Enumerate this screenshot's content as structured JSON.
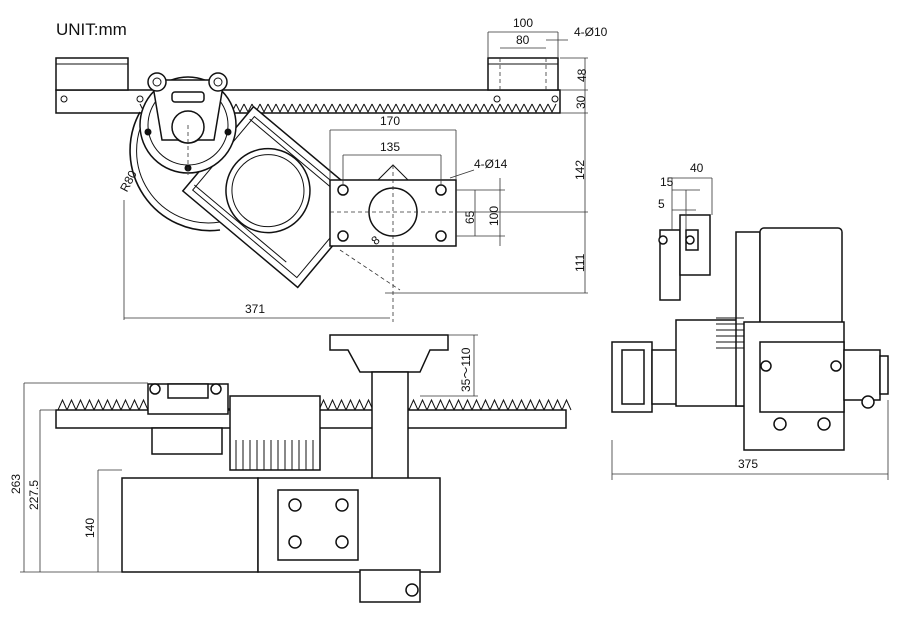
{
  "unit_label": "UNIT:mm",
  "top_view": {
    "dims": {
      "d100_top": "100",
      "d80": "80",
      "hole_top": "4-Ø10",
      "d48": "48",
      "d30": "30",
      "d142": "142",
      "d111": "111",
      "d170": "170",
      "d135": "135",
      "hole_flange": "4-Ø14",
      "d65": "65",
      "d100_side": "100",
      "d8": "8",
      "radius": "R80",
      "d371": "371"
    }
  },
  "side_view": {
    "dims": {
      "d40": "40",
      "d15": "15",
      "d5": "5",
      "d375": "375"
    }
  },
  "front_view": {
    "dims": {
      "d263": "263",
      "d227_5": "227.5",
      "d140": "140",
      "stroke_range": "35～110"
    }
  }
}
